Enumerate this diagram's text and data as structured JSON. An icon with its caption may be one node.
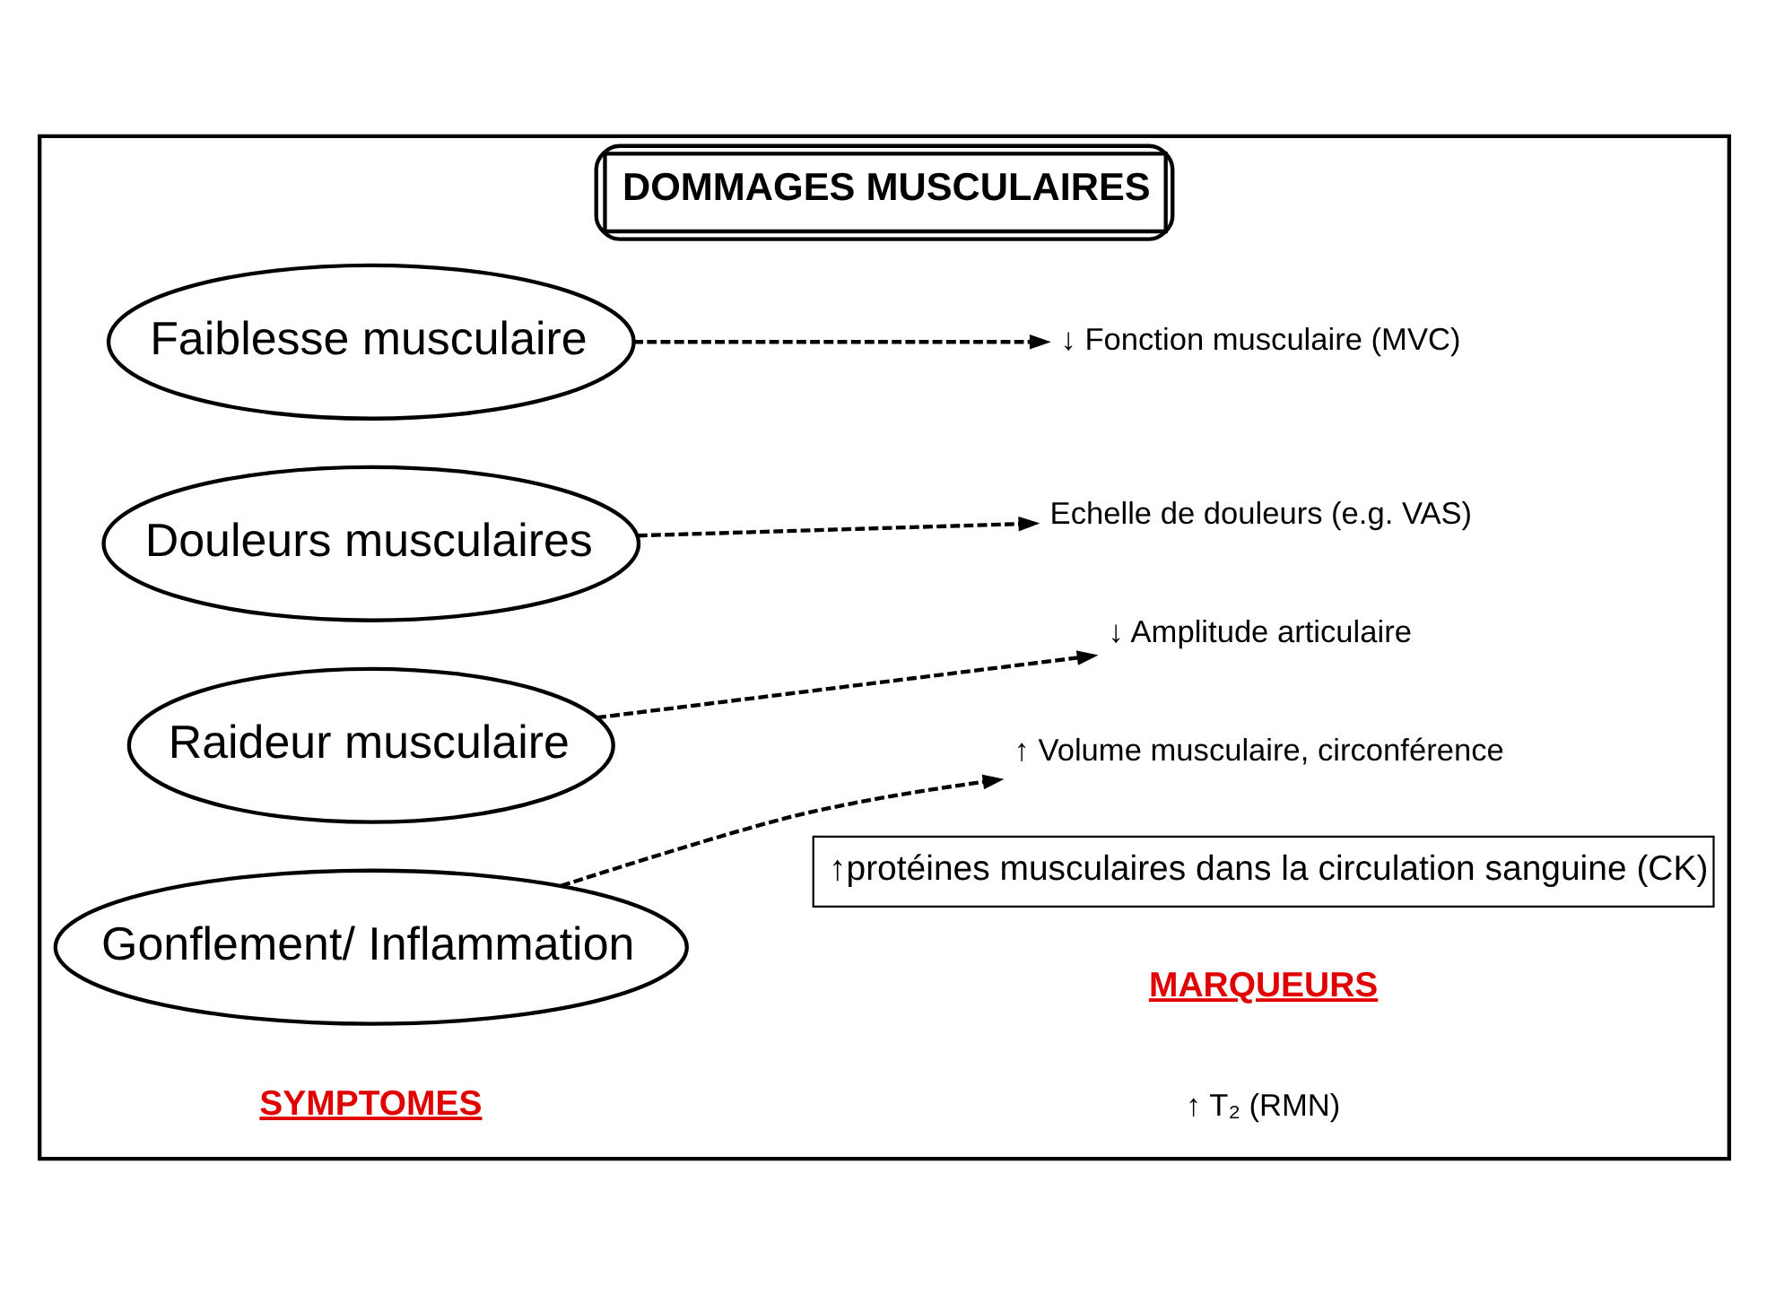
{
  "diagram": {
    "nodes": [
      {
        "text": [
          "DOMMAGES MUSCULAIRES"
        ]
      },
      {
        "text": [
          "Faiblesse musculaire"
        ],
        "in": 0
      },
      {
        "text": [
          "↓ Fonction musculaire (MVC)"
        ],
        "in": 0
      },
      {
        "text": [
          "Douleurs musculaires"
        ],
        "in": 0
      },
      {
        "text": [
          "Echelle de douleurs (e.g. VAS)"
        ],
        "in": 0
      },
      {
        "text": [
          "Raideur musculaire"
        ],
        "in": 0
      },
      {
        "text": [
          "↓ Amplitude articulaire"
        ],
        "in": 0
      },
      {
        "text": [
          "Gonflement/ Inflammation"
        ],
        "in": 0
      },
      {
        "text": [
          "↑ Volume musculaire, circonférence"
        ],
        "in": 0
      },
      {
        "text": [
          "↑protéines musculaires dans la circulation sanguine (CK)"
        ],
        "in": 0
      }
    ],
    "edges": [
      {
        "from": 1,
        "to": 2,
        "arrow": "to",
        "style": "dashed"
      },
      {
        "from": 3,
        "to": 4,
        "arrow": "to",
        "style": "dashed"
      },
      {
        "from": 5,
        "to": 6,
        "arrow": "to",
        "style": "dashed"
      },
      {
        "from": 7,
        "to": 8,
        "arrow": "to",
        "style": "dashed"
      }
    ],
    "labels": [
      "SYMPTOMES",
      "MARQUEURS",
      "↑ T₂ (RMN)"
    ]
  }
}
